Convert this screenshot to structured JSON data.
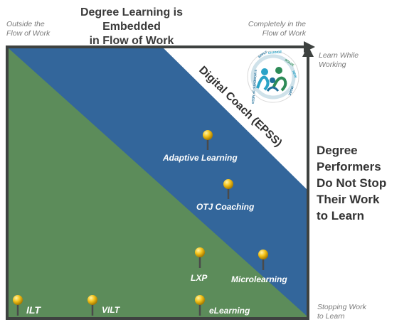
{
  "title": {
    "line1": "Degree Learning is Embedded",
    "line2": "in Flow of Work"
  },
  "corners": {
    "top_left": [
      "Outside the",
      "Flow of Work"
    ],
    "top_right": [
      "Completely in the",
      "Flow of Work"
    ],
    "right_top": [
      "Learn While",
      "Working"
    ],
    "right_bottom": [
      "Stopping Work",
      "to Learn"
    ]
  },
  "side_text": [
    "Degree",
    "Performers",
    "Do Not Stop",
    "Their Work",
    "to Learn"
  ],
  "band_label": "Digital Coach (EPSS)",
  "badge": {
    "icon": "five-moments-of-need-logo",
    "arc_text": [
      "APPLY",
      "CHANGE",
      "SOLVE",
      "NEW",
      "MORE",
      "5 MOMENTS OF NEED"
    ]
  },
  "pins": {
    "adaptive": "Adaptive Learning",
    "otj": "OTJ Coaching",
    "lxp": "LXP",
    "micro": "Microlearning",
    "ilt": "ILT",
    "vilt": "VILT",
    "elearning": "eLearning"
  },
  "colors": {
    "green": "#5c8c5a",
    "blue": "#33669b",
    "frame": "#3e4240",
    "pin": "#f4c21a"
  }
}
